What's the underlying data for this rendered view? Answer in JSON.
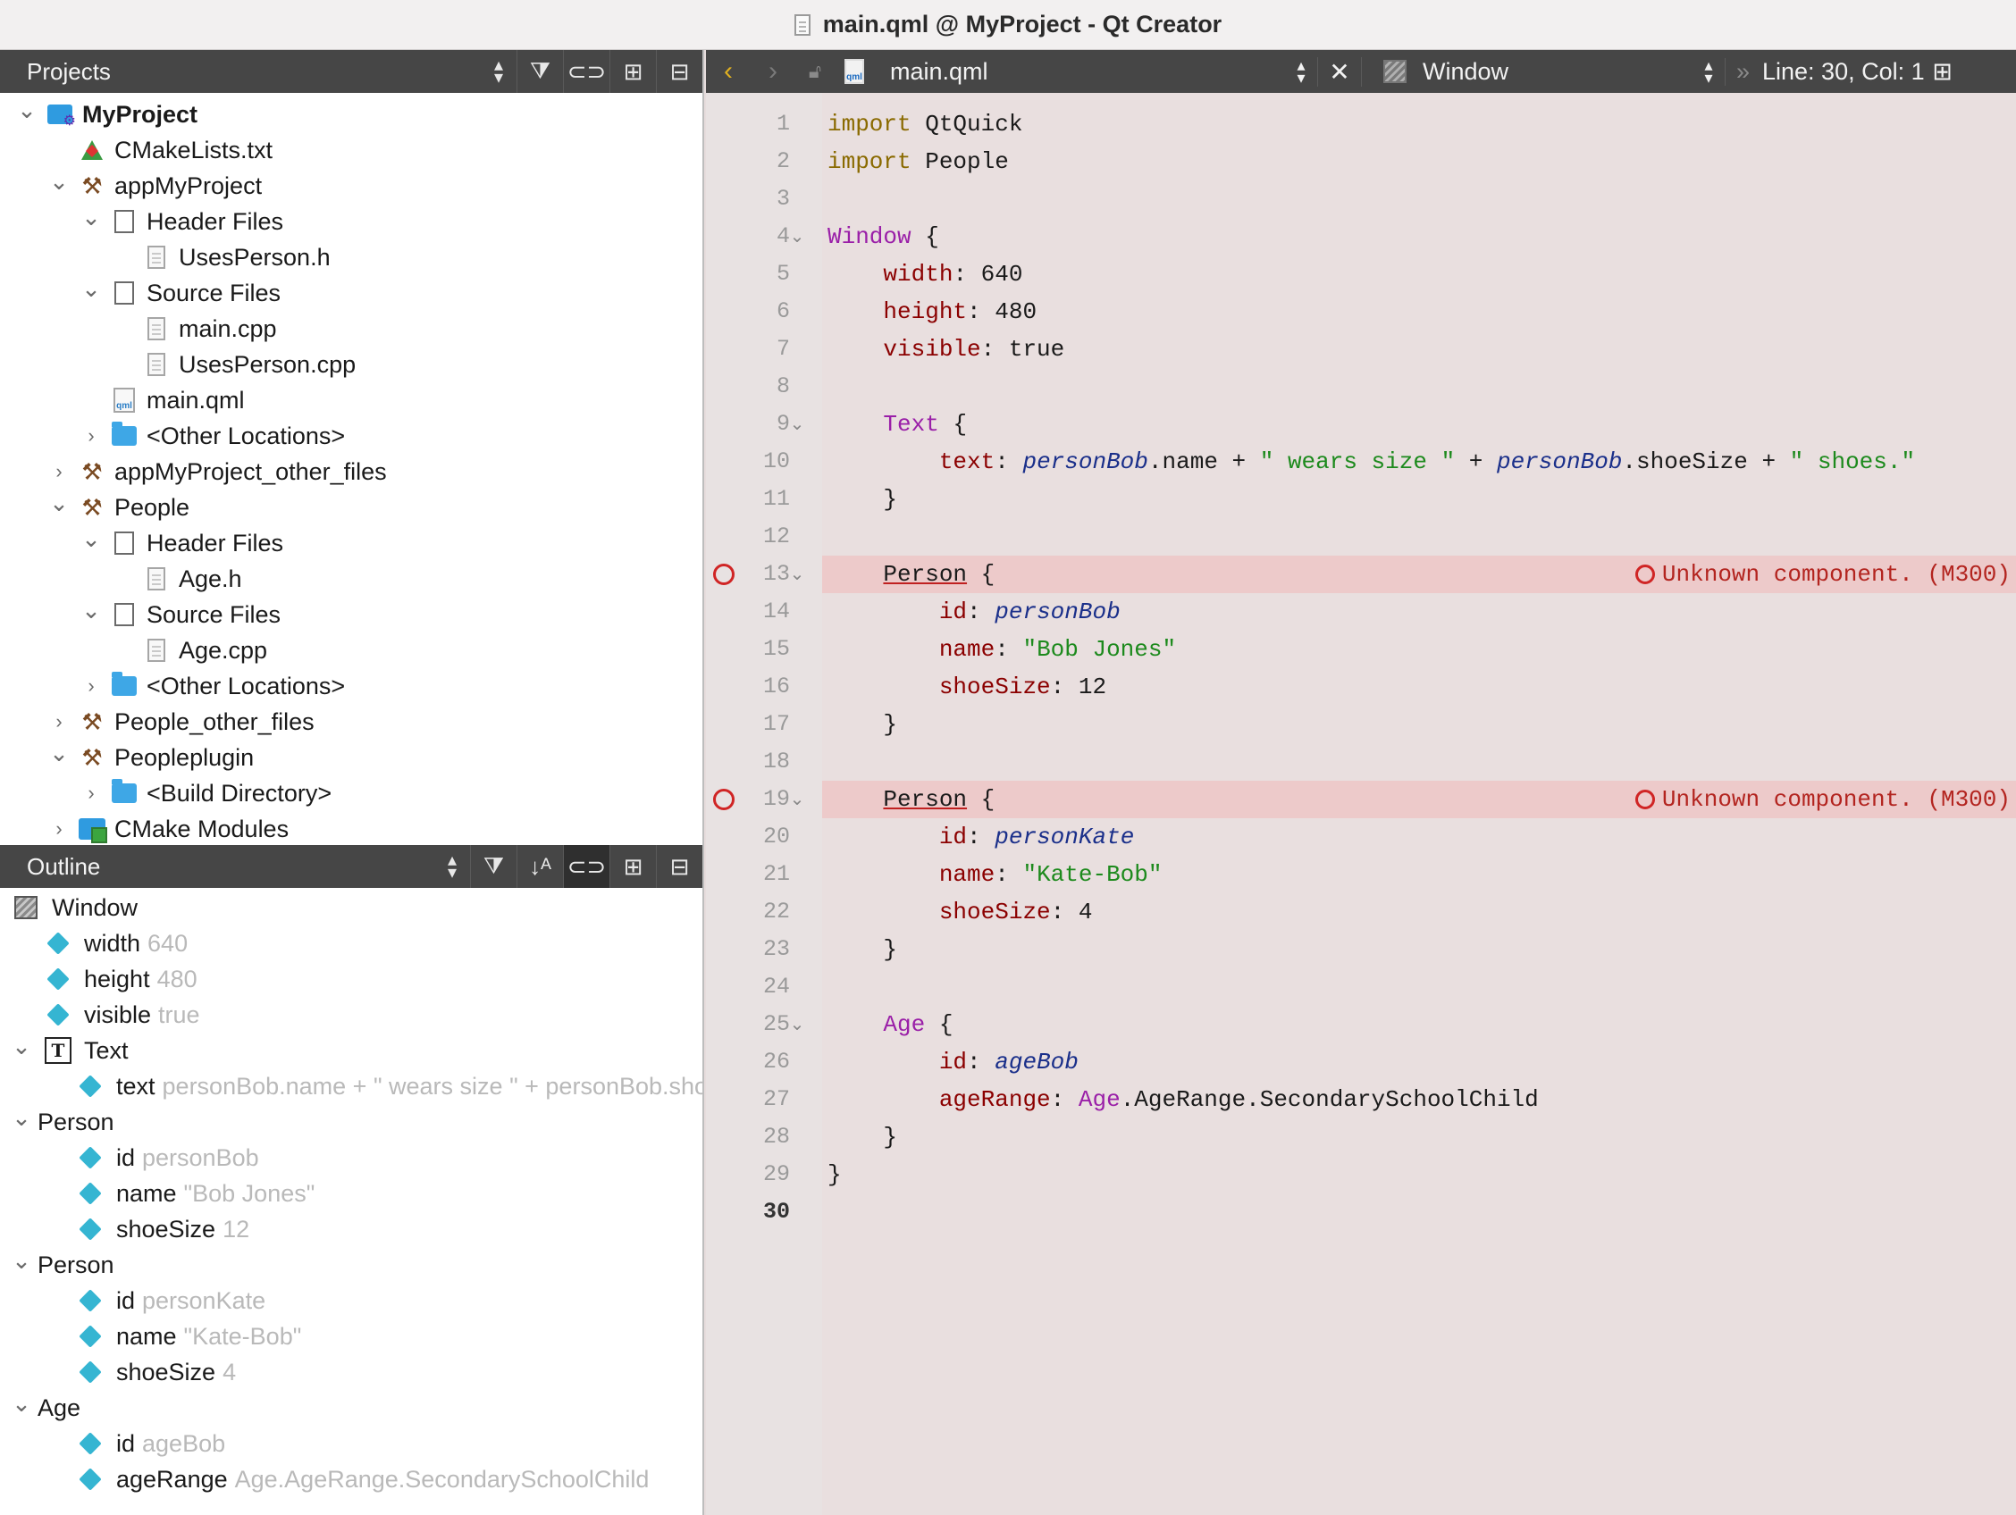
{
  "window": {
    "title": "main.qml @ MyProject - Qt Creator"
  },
  "projects": {
    "header": "Projects",
    "tree": [
      {
        "label": "MyProject",
        "level": 0,
        "chev": "down",
        "icon": "project",
        "bold": true
      },
      {
        "label": "CMakeLists.txt",
        "level": 1,
        "chev": "",
        "icon": "cmake"
      },
      {
        "label": "appMyProject",
        "level": 1,
        "chev": "down",
        "icon": "hammer"
      },
      {
        "label": "Header Files",
        "level": 2,
        "chev": "down",
        "icon": "files"
      },
      {
        "label": "UsesPerson.h",
        "level": 3,
        "chev": "",
        "icon": "file"
      },
      {
        "label": "Source Files",
        "level": 2,
        "chev": "down",
        "icon": "files"
      },
      {
        "label": "main.cpp",
        "level": 3,
        "chev": "",
        "icon": "file"
      },
      {
        "label": "UsesPerson.cpp",
        "level": 3,
        "chev": "",
        "icon": "file"
      },
      {
        "label": "main.qml",
        "level": 2,
        "chev": "",
        "icon": "qml"
      },
      {
        "label": "<Other Locations>",
        "level": 2,
        "chev": "right",
        "icon": "folder"
      },
      {
        "label": "appMyProject_other_files",
        "level": 1,
        "chev": "right",
        "icon": "hammer"
      },
      {
        "label": "People",
        "level": 1,
        "chev": "down",
        "icon": "hammer"
      },
      {
        "label": "Header Files",
        "level": 2,
        "chev": "down",
        "icon": "files"
      },
      {
        "label": "Age.h",
        "level": 3,
        "chev": "",
        "icon": "file"
      },
      {
        "label": "Source Files",
        "level": 2,
        "chev": "down",
        "icon": "files"
      },
      {
        "label": "Age.cpp",
        "level": 3,
        "chev": "",
        "icon": "file"
      },
      {
        "label": "<Other Locations>",
        "level": 2,
        "chev": "right",
        "icon": "folder"
      },
      {
        "label": "People_other_files",
        "level": 1,
        "chev": "right",
        "icon": "hammer"
      },
      {
        "label": "Peopleplugin",
        "level": 1,
        "chev": "down",
        "icon": "hammer"
      },
      {
        "label": "<Build Directory>",
        "level": 2,
        "chev": "right",
        "icon": "folder"
      },
      {
        "label": "CMake Modules",
        "level": 1,
        "chev": "right",
        "icon": "cmodules"
      }
    ]
  },
  "outline": {
    "header": "Outline",
    "tree": [
      {
        "label": "Window",
        "value": "",
        "level": 0,
        "chev": "",
        "icon": "window"
      },
      {
        "label": "width",
        "value": "640",
        "level": 1,
        "chev": "",
        "icon": "diamond"
      },
      {
        "label": "height",
        "value": "480",
        "level": 1,
        "chev": "",
        "icon": "diamond"
      },
      {
        "label": "visible",
        "value": "true",
        "level": 1,
        "chev": "",
        "icon": "diamond"
      },
      {
        "label": "Text",
        "value": "",
        "level": 1,
        "chev": "down",
        "icon": "text"
      },
      {
        "label": "text",
        "value": "personBob.name + \" wears size \" + personBob.sho",
        "level": 2,
        "chev": "",
        "icon": "diamond"
      },
      {
        "label": "Person",
        "value": "",
        "level": 1,
        "chev": "down",
        "icon": ""
      },
      {
        "label": "id",
        "value": "personBob",
        "level": 2,
        "chev": "",
        "icon": "diamond"
      },
      {
        "label": "name",
        "value": "\"Bob Jones\"",
        "level": 2,
        "chev": "",
        "icon": "diamond"
      },
      {
        "label": "shoeSize",
        "value": "12",
        "level": 2,
        "chev": "",
        "icon": "diamond"
      },
      {
        "label": "Person",
        "value": "",
        "level": 1,
        "chev": "down",
        "icon": ""
      },
      {
        "label": "id",
        "value": "personKate",
        "level": 2,
        "chev": "",
        "icon": "diamond"
      },
      {
        "label": "name",
        "value": "\"Kate-Bob\"",
        "level": 2,
        "chev": "",
        "icon": "diamond"
      },
      {
        "label": "shoeSize",
        "value": "4",
        "level": 2,
        "chev": "",
        "icon": "diamond"
      },
      {
        "label": "Age",
        "value": "",
        "level": 1,
        "chev": "down",
        "icon": ""
      },
      {
        "label": "id",
        "value": "ageBob",
        "level": 2,
        "chev": "",
        "icon": "diamond"
      },
      {
        "label": "ageRange",
        "value": "Age.AgeRange.SecondarySchoolChild",
        "level": 2,
        "chev": "",
        "icon": "diamond"
      }
    ]
  },
  "editor": {
    "file_name": "main.qml",
    "symbol": "Window",
    "position": "Line: 30, Col: 1",
    "current_line": 30,
    "error_message": "Unknown component. (M300)",
    "lines": [
      {
        "n": 1,
        "tokens": [
          [
            "import",
            "k-import"
          ],
          [
            " QtQuick",
            "k-plain"
          ]
        ]
      },
      {
        "n": 2,
        "tokens": [
          [
            "import",
            "k-import"
          ],
          [
            " People",
            "k-plain"
          ]
        ]
      },
      {
        "n": 3,
        "tokens": []
      },
      {
        "n": 4,
        "fold": true,
        "tokens": [
          [
            "Window",
            "k-type"
          ],
          [
            " {",
            "k-plain"
          ]
        ]
      },
      {
        "n": 5,
        "tokens": [
          [
            "    ",
            "k-plain"
          ],
          [
            "width",
            "k-prop"
          ],
          [
            ": 640",
            "k-plain"
          ]
        ]
      },
      {
        "n": 6,
        "tokens": [
          [
            "    ",
            "k-plain"
          ],
          [
            "height",
            "k-prop"
          ],
          [
            ": 480",
            "k-plain"
          ]
        ]
      },
      {
        "n": 7,
        "tokens": [
          [
            "    ",
            "k-plain"
          ],
          [
            "visible",
            "k-prop"
          ],
          [
            ": true",
            "k-plain"
          ]
        ]
      },
      {
        "n": 8,
        "tokens": []
      },
      {
        "n": 9,
        "fold": true,
        "tokens": [
          [
            "    ",
            "k-plain"
          ],
          [
            "Text",
            "k-type"
          ],
          [
            " {",
            "k-plain"
          ]
        ]
      },
      {
        "n": 10,
        "tokens": [
          [
            "        ",
            "k-plain"
          ],
          [
            "text",
            "k-prop"
          ],
          [
            ": ",
            "k-plain"
          ],
          [
            "personBob",
            "k-id"
          ],
          [
            ".name + ",
            "k-plain"
          ],
          [
            "\" wears size \"",
            "k-str"
          ],
          [
            " + ",
            "k-plain"
          ],
          [
            "personBob",
            "k-id"
          ],
          [
            ".shoeSize + ",
            "k-plain"
          ],
          [
            "\" shoes.\"",
            "k-str"
          ]
        ]
      },
      {
        "n": 11,
        "tokens": [
          [
            "    }",
            "k-plain"
          ]
        ]
      },
      {
        "n": 12,
        "tokens": []
      },
      {
        "n": 13,
        "fold": true,
        "err": true,
        "tokens": [
          [
            "    ",
            "k-plain"
          ],
          [
            "Person",
            "k-unk"
          ],
          [
            " {",
            "k-plain"
          ]
        ]
      },
      {
        "n": 14,
        "tokens": [
          [
            "        ",
            "k-plain"
          ],
          [
            "id",
            "k-prop"
          ],
          [
            ": ",
            "k-plain"
          ],
          [
            "personBob",
            "k-id"
          ]
        ]
      },
      {
        "n": 15,
        "tokens": [
          [
            "        ",
            "k-plain"
          ],
          [
            "name",
            "k-prop"
          ],
          [
            ": ",
            "k-plain"
          ],
          [
            "\"Bob Jones\"",
            "k-str"
          ]
        ]
      },
      {
        "n": 16,
        "tokens": [
          [
            "        ",
            "k-plain"
          ],
          [
            "shoeSize",
            "k-prop"
          ],
          [
            ": 12",
            "k-plain"
          ]
        ]
      },
      {
        "n": 17,
        "tokens": [
          [
            "    }",
            "k-plain"
          ]
        ]
      },
      {
        "n": 18,
        "tokens": []
      },
      {
        "n": 19,
        "fold": true,
        "err": true,
        "tokens": [
          [
            "    ",
            "k-plain"
          ],
          [
            "Person",
            "k-unk"
          ],
          [
            " {",
            "k-plain"
          ]
        ]
      },
      {
        "n": 20,
        "tokens": [
          [
            "        ",
            "k-plain"
          ],
          [
            "id",
            "k-prop"
          ],
          [
            ": ",
            "k-plain"
          ],
          [
            "personKate",
            "k-id"
          ]
        ]
      },
      {
        "n": 21,
        "tokens": [
          [
            "        ",
            "k-plain"
          ],
          [
            "name",
            "k-prop"
          ],
          [
            ": ",
            "k-plain"
          ],
          [
            "\"Kate-Bob\"",
            "k-str"
          ]
        ]
      },
      {
        "n": 22,
        "tokens": [
          [
            "        ",
            "k-plain"
          ],
          [
            "shoeSize",
            "k-prop"
          ],
          [
            ": 4",
            "k-plain"
          ]
        ]
      },
      {
        "n": 23,
        "tokens": [
          [
            "    }",
            "k-plain"
          ]
        ]
      },
      {
        "n": 24,
        "tokens": []
      },
      {
        "n": 25,
        "fold": true,
        "tokens": [
          [
            "    ",
            "k-plain"
          ],
          [
            "Age",
            "k-type"
          ],
          [
            " {",
            "k-plain"
          ]
        ]
      },
      {
        "n": 26,
        "tokens": [
          [
            "        ",
            "k-plain"
          ],
          [
            "id",
            "k-prop"
          ],
          [
            ": ",
            "k-plain"
          ],
          [
            "ageBob",
            "k-id"
          ]
        ]
      },
      {
        "n": 27,
        "tokens": [
          [
            "        ",
            "k-plain"
          ],
          [
            "ageRange",
            "k-prop"
          ],
          [
            ": ",
            "k-plain"
          ],
          [
            "Age",
            "k-type"
          ],
          [
            ".AgeRange.SecondarySchoolChild",
            "k-plain"
          ]
        ]
      },
      {
        "n": 28,
        "tokens": [
          [
            "    }",
            "k-plain"
          ]
        ]
      },
      {
        "n": 29,
        "tokens": [
          [
            "}",
            "k-plain"
          ]
        ]
      },
      {
        "n": 30,
        "tokens": []
      }
    ]
  },
  "colors": {
    "error": "#d02525",
    "diamond": "#35b5d2",
    "toolbar": "#464646"
  }
}
